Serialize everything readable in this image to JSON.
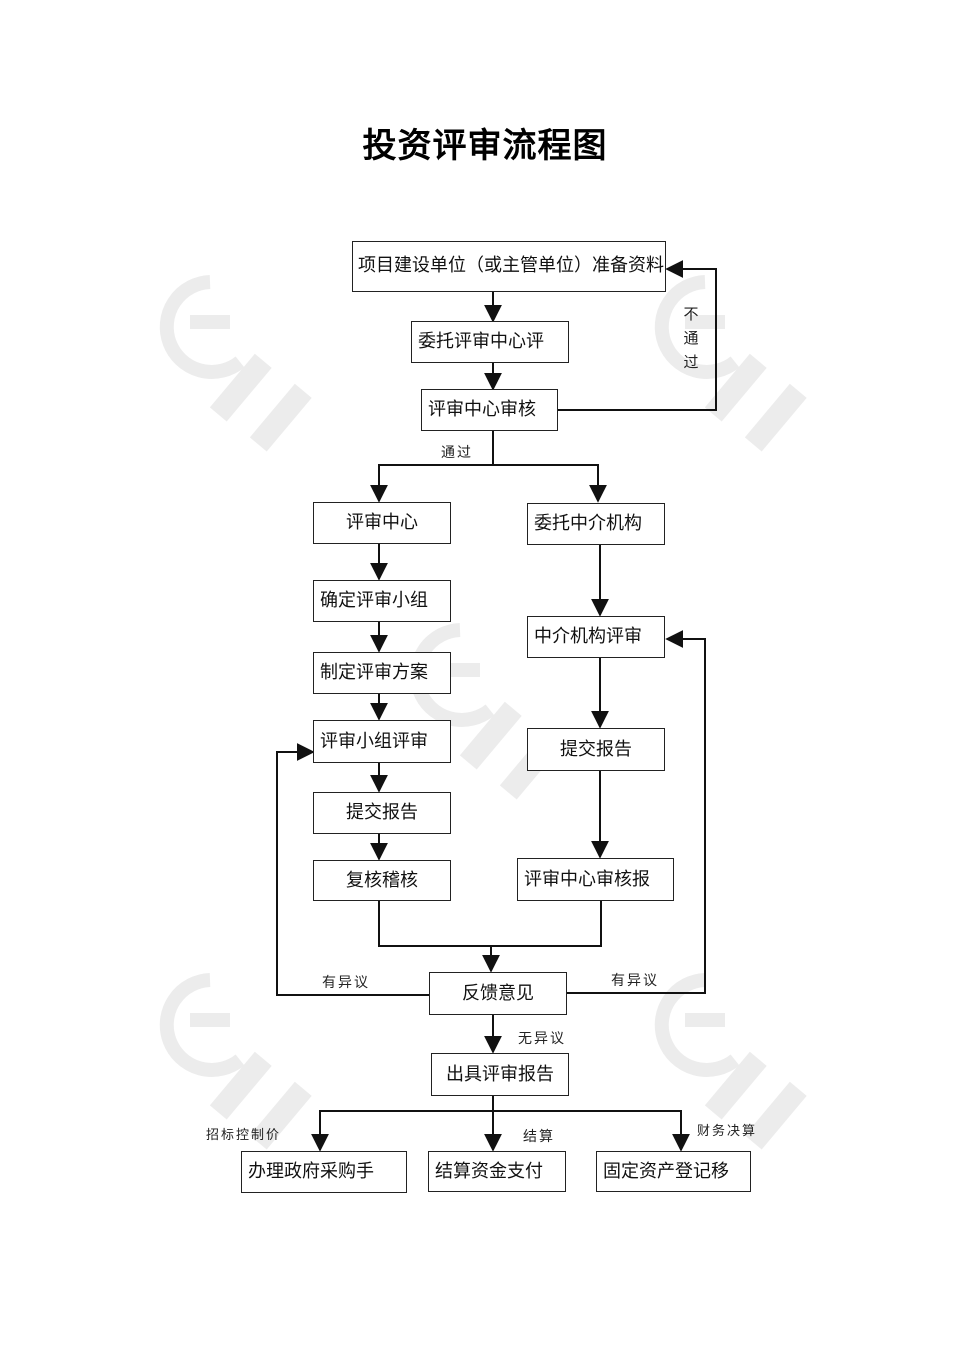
{
  "title": "投资评审流程图",
  "nodes": {
    "prepare": "项目建设单位（或主管单位）准备资料",
    "entrust_center": "委托评审中心评",
    "center_check": "评审中心审核",
    "review_center": "评审中心",
    "entrust_agency": "委托中介机构",
    "form_group": "确定评审小组",
    "make_plan": "制定评审方案",
    "agency_review": "中介机构评审",
    "group_review": "评审小组评审",
    "submit_report_right": "提交报告",
    "submit_report_left": "提交报告",
    "recheck": "复核稽核",
    "center_check_report": "评审中心审核报",
    "feedback": "反馈意见",
    "issue_report": "出具评审报告",
    "gov_purchase": "办理政府采购手",
    "settlement_pay": "结算资金支付",
    "asset_transfer": "固定资产登记移"
  },
  "labels": {
    "not_pass": "不通过",
    "pass": "通过",
    "objection_left": "有异议",
    "objection_right": "有异议",
    "no_objection": "无异议",
    "bid_price": "招标控制价",
    "settlement": "结算",
    "final_accounts": "财务决算"
  },
  "colors": {
    "line": "#111111",
    "border": "#222222",
    "watermark": "#e9e9e9"
  },
  "watermark_icon": "jiangyuan-logo-watermark"
}
